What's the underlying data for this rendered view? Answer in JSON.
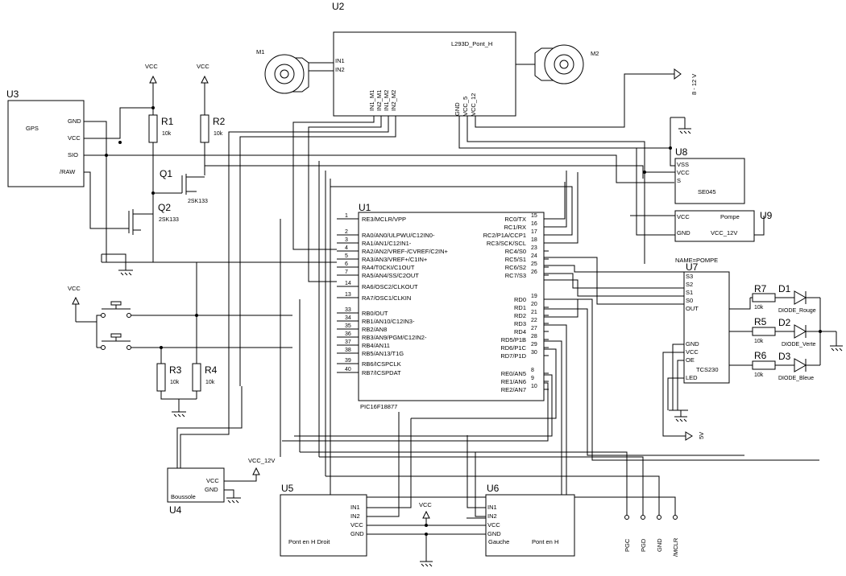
{
  "u1": {
    "ref": "U1",
    "part": "PIC16F18877",
    "left_pins": [
      {
        "n": "1",
        "name": "RE3/MCLR/VPP"
      },
      {
        "n": "2",
        "name": "RA0/AN0/ULPWU/C12IN0-"
      },
      {
        "n": "3",
        "name": "RA1/AN1/C12IN1-"
      },
      {
        "n": "4",
        "name": "RA2/AN2/VREF-/CVREF/C2IN+"
      },
      {
        "n": "5",
        "name": "RA3/AN3/VREF+/C1IN+"
      },
      {
        "n": "6",
        "name": "RA4/T0CKI/C1OUT"
      },
      {
        "n": "7",
        "name": "RA5/AN4/SS/C2OUT"
      },
      {
        "n": "14",
        "name": "RA6/OSC2/CLKOUT"
      },
      {
        "n": "13",
        "name": "RA7/OSC1/CLKIN"
      },
      {
        "n": "33",
        "name": "RB0/OUT"
      },
      {
        "n": "34",
        "name": "RB1/AN10/C12IN3-"
      },
      {
        "n": "35",
        "name": "RB2/AN8"
      },
      {
        "n": "36",
        "name": "RB3/AN9/PGM/C12IN2-"
      },
      {
        "n": "37",
        "name": "RB4/AN11"
      },
      {
        "n": "38",
        "name": "RB5/AN13/T1G"
      },
      {
        "n": "39",
        "name": "RB6/ICSPCLK"
      },
      {
        "n": "40",
        "name": "RB7/ICSPDAT"
      }
    ],
    "right_pins": [
      {
        "n": "15",
        "name": "RC0/TX"
      },
      {
        "n": "16",
        "name": "RC1/RX"
      },
      {
        "n": "17",
        "name": "RC2/P1A/CCP1"
      },
      {
        "n": "18",
        "name": "RC3/SCK/SCL"
      },
      {
        "n": "23",
        "name": "RC4/S0"
      },
      {
        "n": "24",
        "name": "RC5/S1"
      },
      {
        "n": "25",
        "name": "RC6/S2"
      },
      {
        "n": "26",
        "name": "RC7/S3"
      },
      {
        "n": "19",
        "name": "RD0"
      },
      {
        "n": "20",
        "name": "RD1"
      },
      {
        "n": "21",
        "name": "RD2"
      },
      {
        "n": "22",
        "name": "RD3"
      },
      {
        "n": "27",
        "name": "RD4"
      },
      {
        "n": "28",
        "name": "RD5/P1B"
      },
      {
        "n": "29",
        "name": "RD6/P1C"
      },
      {
        "n": "30",
        "name": "RD7/P1D"
      },
      {
        "n": "8",
        "name": "RE0/AN5"
      },
      {
        "n": "9",
        "name": "RE1/AN6"
      },
      {
        "n": "10",
        "name": "RE2/AN7"
      }
    ]
  },
  "u2": {
    "ref": "U2",
    "part": "L293D_Pont_H",
    "pins": {
      "in1": "IN1",
      "in2": "IN2",
      "in1m1": "IN1_M1",
      "in2m1": "IN2_M1",
      "in1m2": "IN1_M2",
      "in2m2": "IN2_M2",
      "gnd": "GND",
      "vcc5": "VCC_5",
      "vcc12": "VCC_12"
    }
  },
  "motors": {
    "m1": "M1",
    "m2": "M2"
  },
  "u3": {
    "ref": "U3",
    "name": "GPS",
    "pins": [
      "GND",
      "VCC",
      "SIO",
      "/RAW"
    ]
  },
  "u4": {
    "ref": "U4",
    "name": "Boussole",
    "pins": [
      "VCC",
      "GND"
    ]
  },
  "u5": {
    "ref": "U5",
    "name": "Pont en H  Droit",
    "pins": [
      "IN1",
      "IN2",
      "VCC",
      "GND"
    ]
  },
  "u6": {
    "ref": "U6",
    "name": "Gauche",
    "name2": "Pont en H",
    "pins": [
      "IN1",
      "IN2",
      "VCC",
      "GND"
    ]
  },
  "u7": {
    "ref": "U7",
    "name": "TCS230",
    "attr": "NAME=POMPE",
    "pins": [
      "S3",
      "S2",
      "S1",
      "S0",
      "OUT",
      "GND",
      "VCC",
      "OE",
      "LED"
    ]
  },
  "u8": {
    "ref": "U8",
    "name": "SE045",
    "pins": [
      "VSS",
      "VCC",
      "S"
    ]
  },
  "u9": {
    "ref": "U9",
    "pins": [
      "VCC",
      "Pompe",
      "GND",
      "VCC_12V"
    ]
  },
  "resistors": [
    {
      "ref": "R1",
      "value": "10k"
    },
    {
      "ref": "R2",
      "value": "10k"
    },
    {
      "ref": "R3",
      "value": "10k"
    },
    {
      "ref": "R4",
      "value": "10k"
    },
    {
      "ref": "R5",
      "value": "10k"
    },
    {
      "ref": "R6",
      "value": "10k"
    },
    {
      "ref": "R7",
      "value": "10k"
    }
  ],
  "transistors": [
    {
      "ref": "Q1",
      "part": "2SK133"
    },
    {
      "ref": "Q2",
      "part": "2SK133"
    }
  ],
  "diodes": [
    {
      "ref": "D1",
      "name": "DIODE_Rouge"
    },
    {
      "ref": "D2",
      "name": "DIODE_Verte"
    },
    {
      "ref": "D3",
      "name": "DIODE_Bleue"
    }
  ],
  "power": {
    "vcc": "VCC",
    "vcc12": "VCC_12V",
    "v812": "8 - 12 V",
    "v5": "5V"
  },
  "connector": [
    "PGC",
    "PGD",
    "GND",
    "/MCLR"
  ]
}
